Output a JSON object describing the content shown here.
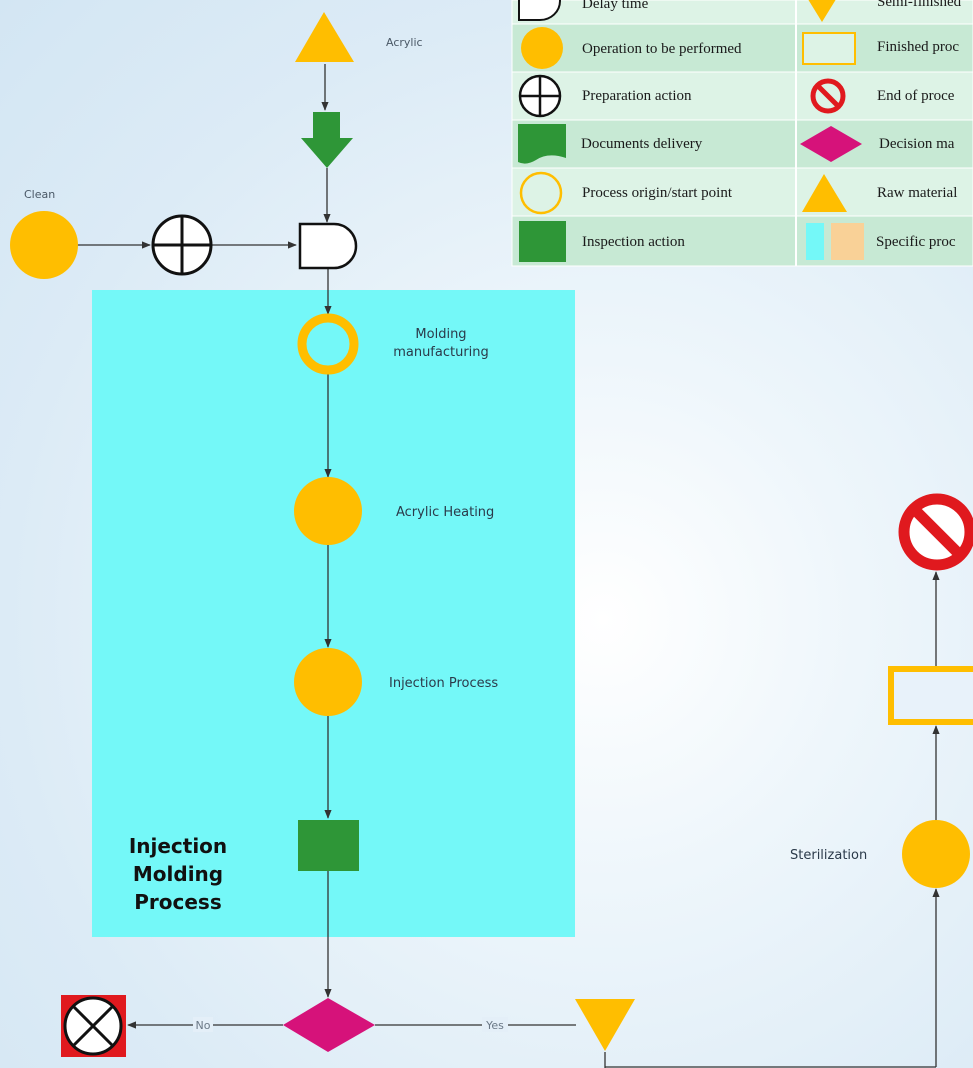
{
  "legend": {
    "rows": [
      {
        "left": {
          "icon": "delay-time-icon",
          "label": "Delay time"
        },
        "right": {
          "icon": "semi-finished-icon",
          "label": "Semi-finished"
        }
      },
      {
        "left": {
          "icon": "operation-icon",
          "label": "Operation to be performed"
        },
        "right": {
          "icon": "finished-product-icon",
          "label": "Finished proc"
        }
      },
      {
        "left": {
          "icon": "preparation-icon",
          "label": "Preparation action"
        },
        "right": {
          "icon": "end-of-process-icon",
          "label": "End of proce"
        }
      },
      {
        "left": {
          "icon": "documents-icon",
          "label": "Documents delivery"
        },
        "right": {
          "icon": "decision-icon",
          "label": "Decision ma"
        }
      },
      {
        "left": {
          "icon": "start-point-icon",
          "label": "Process origin/start point"
        },
        "right": {
          "icon": "raw-material-icon",
          "label": "Raw material"
        }
      },
      {
        "left": {
          "icon": "inspection-icon",
          "label": "Inspection action"
        },
        "right": {
          "icon": "specific-process-icon",
          "label": "Specific proc"
        }
      }
    ]
  },
  "nodes": {
    "acrylic": "Acrylic",
    "clean": "Clean",
    "molding_line1": "Molding",
    "molding_line2": "manufacturing",
    "acrylic_heating": "Acrylic Heating",
    "injection_process": "Injection Process",
    "sterilization": "Sterilization"
  },
  "swimlane": {
    "title_line1": "Injection",
    "title_line2": "Molding",
    "title_line3": "Process"
  },
  "edges": {
    "no": "No",
    "yes": "Yes"
  },
  "colors": {
    "operation": "#FFBE00",
    "inspection": "#2E9637",
    "decision": "#D6127A",
    "end": "#E0191E",
    "swimlane": "#74F8F8",
    "legend_row_a": "#DDF3E6",
    "legend_row_b": "#C7E9D4",
    "specific_peach": "#F9D197"
  }
}
